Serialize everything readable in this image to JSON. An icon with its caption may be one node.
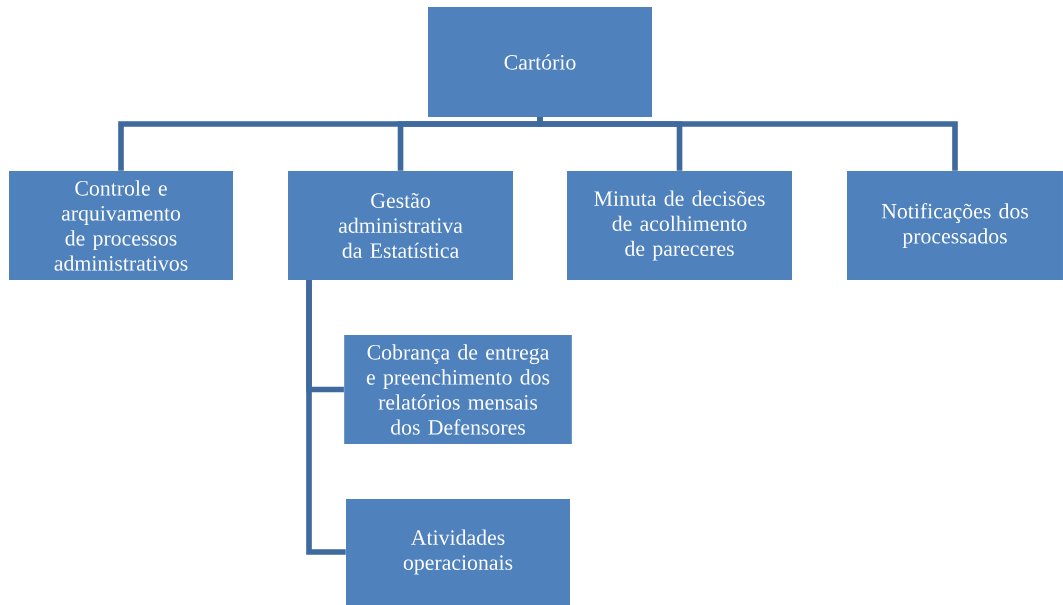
{
  "diagram": {
    "nodes": [
      {
        "text": [
          "Cartório"
        ]
      },
      {
        "text": [
          "Controle e arquivamento de processos administrativos"
        ]
      },
      {
        "text": [
          "Gestão administrativa da Estatística"
        ]
      },
      {
        "text": [
          "Minuta de decisões de acolhimento de pareceres"
        ]
      },
      {
        "text": [
          "Notificações dos processados"
        ]
      },
      {
        "text": [
          "Cobrança de entrega e preenchimento dos relatórios mensais dos Defensores"
        ]
      },
      {
        "text": [
          "Atividades operacionais"
        ]
      }
    ],
    "edges": [
      {
        "from": 0,
        "to": 1,
        "arrow": "none"
      },
      {
        "from": 0,
        "to": 2,
        "arrow": "none"
      },
      {
        "from": 0,
        "to": 3,
        "arrow": "none"
      },
      {
        "from": 0,
        "to": 4,
        "arrow": "none"
      },
      {
        "from": 2,
        "to": 5,
        "arrow": "none"
      },
      {
        "from": 2,
        "to": 6,
        "arrow": "none"
      }
    ]
  }
}
